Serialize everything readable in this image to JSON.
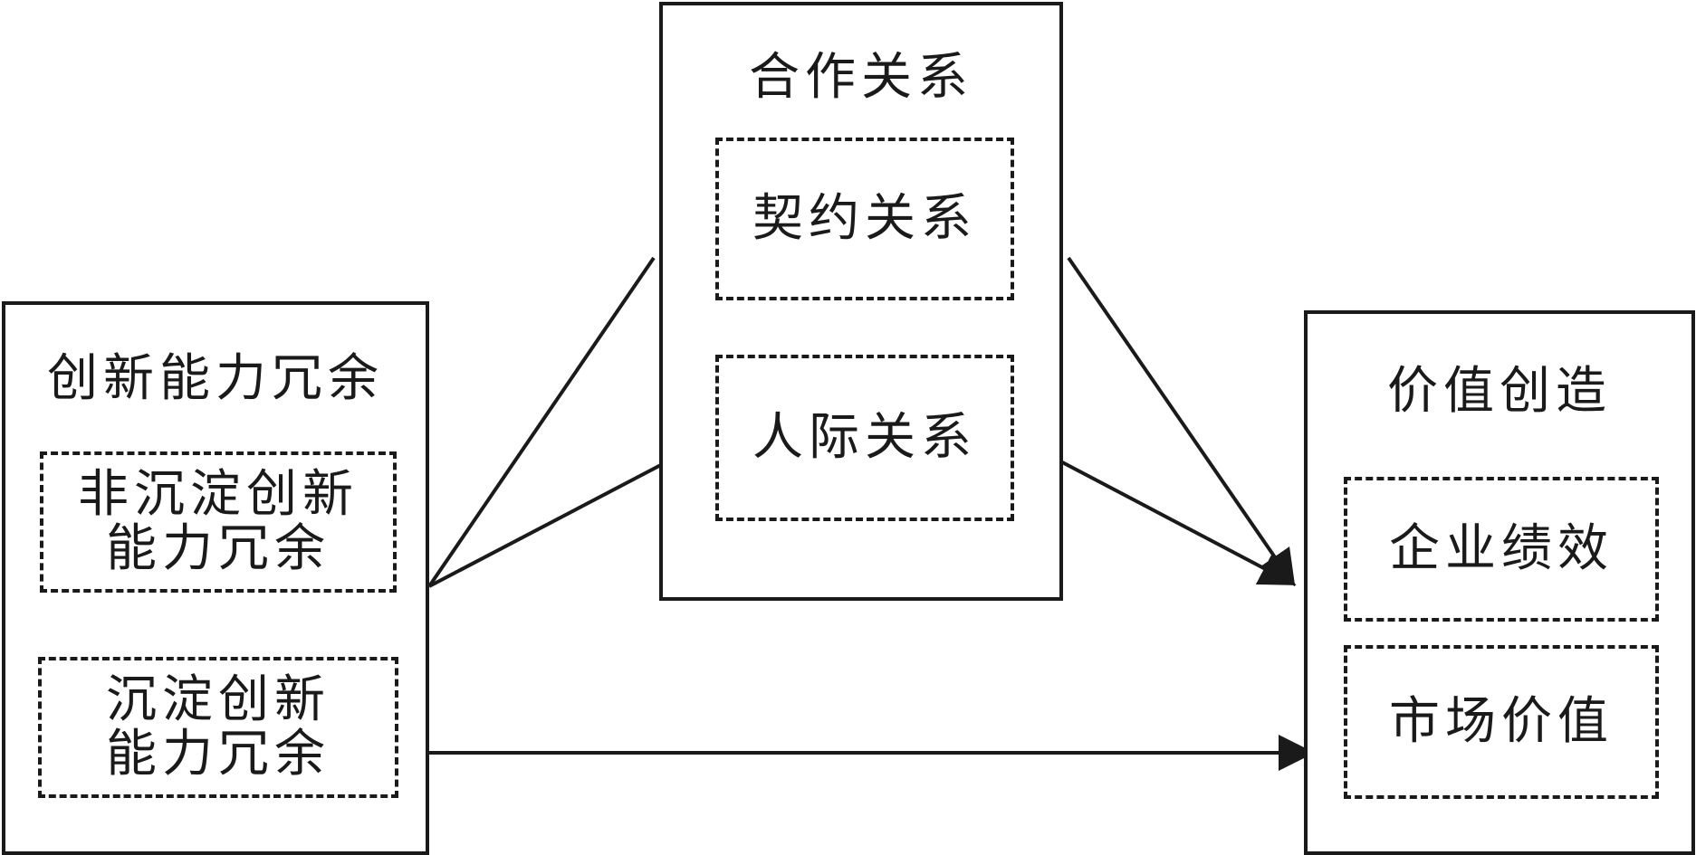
{
  "left": {
    "title": "创新能力冗余",
    "items": [
      {
        "line1": "非沉淀创新",
        "line2": "能力冗余"
      },
      {
        "line1": "沉淀创新",
        "line2": "能力冗余"
      }
    ]
  },
  "middle": {
    "title": "合作关系",
    "items": [
      {
        "label": "契约关系"
      },
      {
        "label": "人际关系"
      }
    ]
  },
  "right": {
    "title": "价值创造",
    "items": [
      {
        "label": "企业绩效"
      },
      {
        "label": "市场价值"
      }
    ]
  },
  "colors": {
    "line": "#1a1a1a",
    "background": "#ffffff"
  }
}
